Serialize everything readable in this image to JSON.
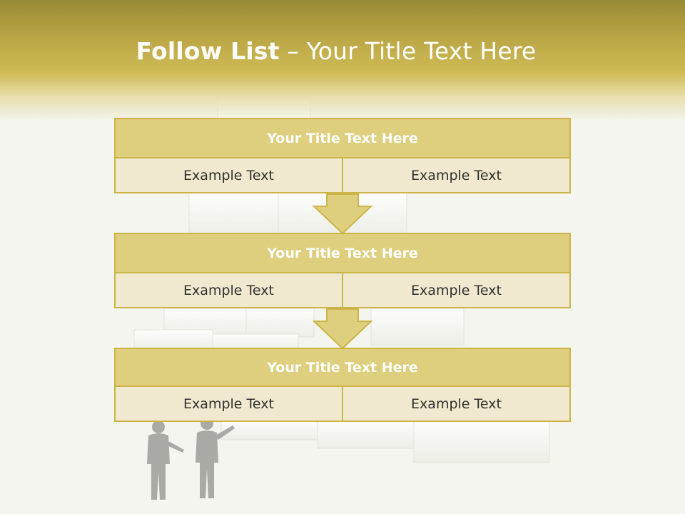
{
  "slide": {
    "title_bold": "Follow List",
    "title_rest": " – Your Title Text Here"
  },
  "steps": [
    {
      "title": "Your Title Text Here",
      "left": "Example Text",
      "right": "Example Text"
    },
    {
      "title": "Your Title Text Here",
      "left": "Example Text",
      "right": "Example Text"
    },
    {
      "title": "Your Title Text Here",
      "left": "Example Text",
      "right": "Example Text"
    }
  ],
  "colors": {
    "accent": "#cbb548",
    "header_fill": "#decf7e",
    "cell_fill": "#f1e9cf"
  }
}
